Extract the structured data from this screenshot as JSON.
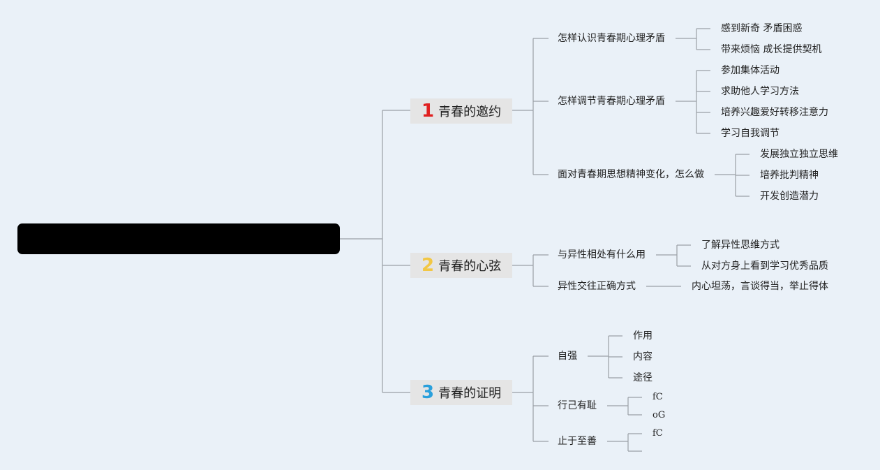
{
  "mindmap": {
    "root": {
      "text": ""
    },
    "colors": {
      "accent1": "#e02020",
      "accent2": "#f2c744",
      "accent3": "#2aa0dc",
      "line": "#9aa0a6"
    },
    "branches": [
      {
        "num": "1",
        "label": "青春的邀约",
        "children": [
          {
            "label": "怎样认识青春期心理矛盾",
            "children": [
              "感到新奇 矛盾困惑",
              "带来烦恼 成长提供契机"
            ]
          },
          {
            "label": "怎样调节青春期心理矛盾",
            "children": [
              "参加集体活动",
              "求助他人学习方法",
              "培养兴趣爱好转移注意力",
              "学习自我调节"
            ]
          },
          {
            "label": "面对青春期思想精神变化，怎么做",
            "children": [
              "发展独立独立思维",
              "培养批判精神",
              "开发创造潜力"
            ]
          }
        ]
      },
      {
        "num": "2",
        "label": "青春的心弦",
        "children": [
          {
            "label": "与异性相处有什么用",
            "children": [
              "了解异性思维方式",
              "从对方身上看到学习优秀品质"
            ]
          },
          {
            "label": "异性交往正确方式",
            "children": [
              "内心坦荡，言谈得当，举止得体"
            ]
          }
        ]
      },
      {
        "num": "3",
        "label": "青春的证明",
        "children": [
          {
            "label": "自强",
            "children": [
              "作用",
              "内容",
              "途径"
            ]
          },
          {
            "label": "行己有耻",
            "children": [
              "fC",
              "oG"
            ]
          },
          {
            "label": "止于至善",
            "children": [
              "fC",
              ""
            ]
          }
        ]
      }
    ]
  }
}
